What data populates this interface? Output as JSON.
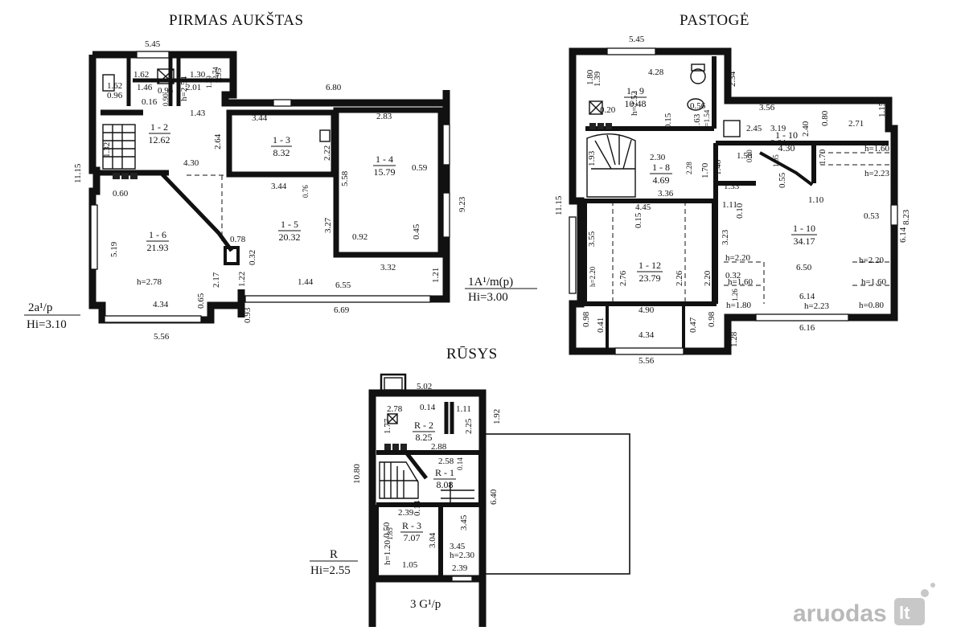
{
  "titles": {
    "first_floor": "PIRMAS AUKŠTAS",
    "attic": "PASTOGĖ",
    "basement": "RŪSYS"
  },
  "legends": {
    "first_floor_left_1": "2a¹/p",
    "first_floor_left_2": "Hi=3.10",
    "first_floor_right_1": "1A¹/m(p)",
    "first_floor_right_2": "Hi=3.00",
    "basement_1": "R",
    "basement_2": "Hi=2.55",
    "basement_bottom": "3 G¹/p"
  },
  "first_floor": {
    "rooms": [
      {
        "id": "1 - 2",
        "area": "12.62"
      },
      {
        "id": "1 - 3",
        "area": "8.32"
      },
      {
        "id": "1 - 4",
        "area": "15.79"
      },
      {
        "id": "1 - 5",
        "area": "20.32"
      },
      {
        "id": "1 - 6",
        "area": "21.93"
      }
    ],
    "dims": [
      "5.45",
      "1.62",
      "1.62",
      "1.46",
      "0.96",
      "0.96",
      "0.16",
      "0.90",
      "1.30",
      "2.01",
      "1.39",
      "2.74",
      "h=2.54",
      "1.43",
      "1.95",
      "6.80",
      "3.44",
      "2.64",
      "2.22",
      "2.83",
      "0.59",
      "5.58",
      "11.15",
      "4.30",
      "0.60",
      "3.44",
      "0.76",
      "3.27",
      "0.92",
      "0.45",
      "9.23",
      "5.19",
      "0.78",
      "0.32",
      "3.32",
      "1.21",
      "h=2.78",
      "2.17",
      "1.22",
      "1.44",
      "6.55",
      "4.34",
      "0.65",
      "0.93",
      "6.69",
      "5.56",
      "1.32"
    ]
  },
  "attic": {
    "rooms": [
      {
        "id": "1 - 9",
        "area": "10.48"
      },
      {
        "id": "1 - 8",
        "area": "4.69"
      },
      {
        "id": "1 - 10",
        "area": "4.30"
      },
      {
        "id": "1 - 10",
        "area": "34.17"
      },
      {
        "id": "1 - 12",
        "area": "23.79"
      }
    ],
    "dims": [
      "5.45",
      "4.28",
      "1.80",
      "1.39",
      "h=2.52",
      "0.56",
      "0.20",
      "2.34",
      "3.56",
      "1.15",
      "2.45",
      "3.19",
      "0.80",
      "2.71",
      "2.64",
      "2.40",
      "1.63",
      "h=1.54",
      "0.15",
      "2.30",
      "1.93",
      "2.28",
      "1.58",
      "0.10",
      "1.05",
      "1.70",
      "h=1.60",
      "h=2.23",
      "1.48",
      "1.70",
      "1.33",
      "0.55",
      "1.10",
      "3.36",
      "4.45",
      "0.15",
      "1.11",
      "0.10",
      "0.53",
      "8.23",
      "11.15",
      "3.55",
      "3.23",
      "6.14",
      "h=2.20",
      "2.76",
      "2.26",
      "2.20",
      "h=2.20",
      "6.50",
      "h=2.20",
      "0.32",
      "h=1.60",
      "h=1.60",
      "1.26",
      "h=1.80",
      "6.14",
      "h=2.23",
      "h=0.80",
      "4.90",
      "0.98",
      "0.41",
      "0.47",
      "0.98",
      "4.34",
      "6.16",
      "1.28",
      "5.56"
    ]
  },
  "basement": {
    "rooms": [
      {
        "id": "R - 2",
        "area": "8.25"
      },
      {
        "id": "R - 1",
        "area": "8.08"
      },
      {
        "id": "R - 3",
        "area": "7.07"
      }
    ],
    "dims": [
      "5.02",
      "2.78",
      "0.14",
      "1.11",
      "1.77",
      "2.25",
      "1.92",
      "2.88",
      "2.58",
      "0.14",
      "10.80",
      "6.40",
      "2.39",
      "0.14",
      "1.85",
      "0.50",
      "3.04",
      "3.45",
      "3.45",
      "h=2.30",
      "h=1.20",
      "1.05",
      "2.39",
      "1.49"
    ]
  },
  "watermark": {
    "brand": "aruodas",
    "tld": "lt"
  }
}
